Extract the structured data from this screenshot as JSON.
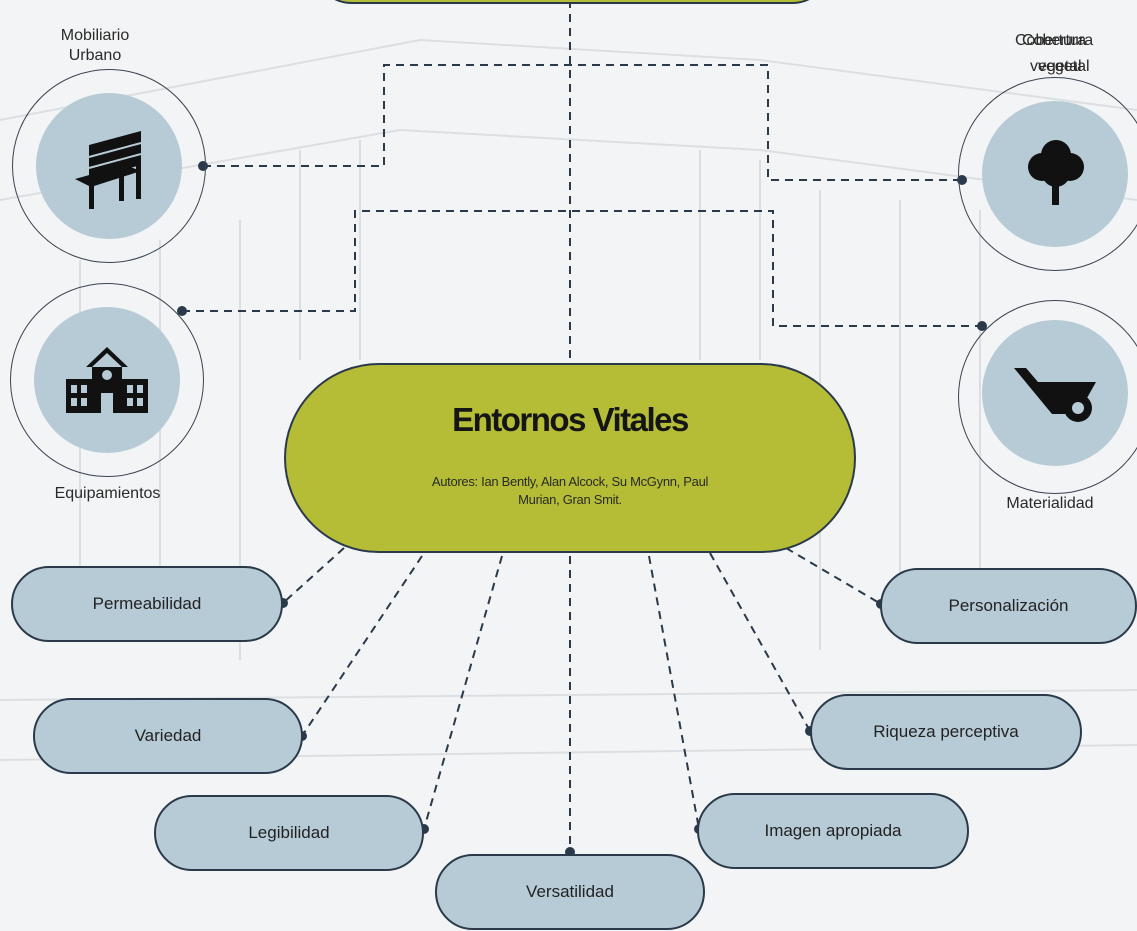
{
  "central": {
    "title": "Entornos Vitales",
    "subtitle": "Autores: Ian Bently, Alan Alcock, Su McGynn, Paul Murian, Gran Smit."
  },
  "side_items": {
    "mobiliario": {
      "label_line1": "Mobiliario",
      "label_line2": "Urbano",
      "icon": "bench-icon"
    },
    "equipamientos": {
      "label": "Equipamientos",
      "icon": "school-building-icon"
    },
    "cobertura": {
      "label_a1": "Cobertura",
      "label_a2": "vegetal",
      "label_b1": "Cobertura",
      "label_b2": "vegetal",
      "icon": "tree-icon"
    },
    "materialidad": {
      "label": "Materialidad",
      "icon": "wheelbarrow-icon"
    }
  },
  "qualities": [
    "Permeabilidad",
    "Variedad",
    "Legibilidad",
    "Versatilidad",
    "Imagen apropiada",
    "Riqueza perceptiva",
    "Personalización"
  ],
  "colors": {
    "olive": "#b5bd37",
    "light_blue": "#b7cbd7",
    "dark_line": "#2a3a4a",
    "background": "#f3f4f5"
  }
}
